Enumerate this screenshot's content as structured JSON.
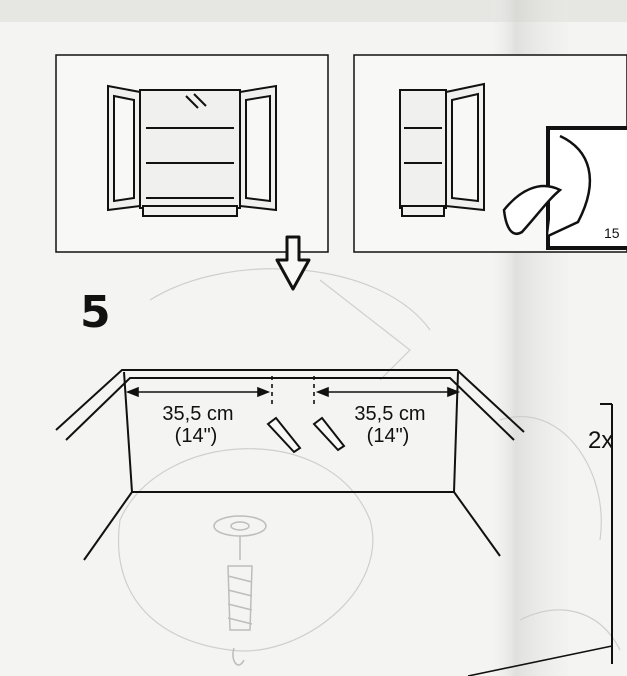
{
  "step": {
    "number": "5"
  },
  "panels": {
    "next_page_ref": "15"
  },
  "dimensions": {
    "left_metric": "35,5 cm",
    "left_imperial": "(14\")",
    "right_metric": "35,5 cm",
    "right_imperial": "(14\")"
  },
  "quantity": {
    "label": "2x"
  },
  "colors": {
    "ink": "#111111",
    "paper": "#f4f4f3",
    "shadow": "#d9d9d6"
  }
}
